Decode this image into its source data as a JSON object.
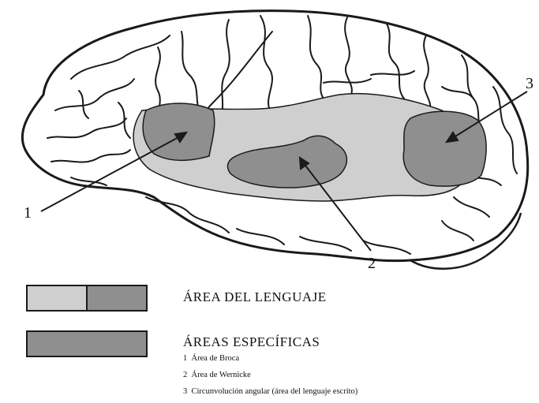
{
  "colors": {
    "outline": "#1a1a1a",
    "language_area_fill": "#cfcfcf",
    "specific_area_fill": "#8f8f8f",
    "background": "#ffffff"
  },
  "callouts": [
    {
      "number": "1",
      "name": "Área de Broca"
    },
    {
      "number": "2",
      "name": "Área de Wernicke"
    },
    {
      "number": "3",
      "name": "Circunvolución angular (área del lenguaje escrito)"
    }
  ],
  "legend": {
    "language_area_label": "ÁREA DEL LENGUAJE",
    "specific_areas_label": "ÁREAS ESPECÍFICAS",
    "items": [
      {
        "number": "1",
        "text": "Área de Broca"
      },
      {
        "number": "2",
        "text": "Área de Wernicke"
      },
      {
        "number": "3",
        "text": "Circunvolución angular (área del lenguaje escrito)"
      }
    ]
  }
}
